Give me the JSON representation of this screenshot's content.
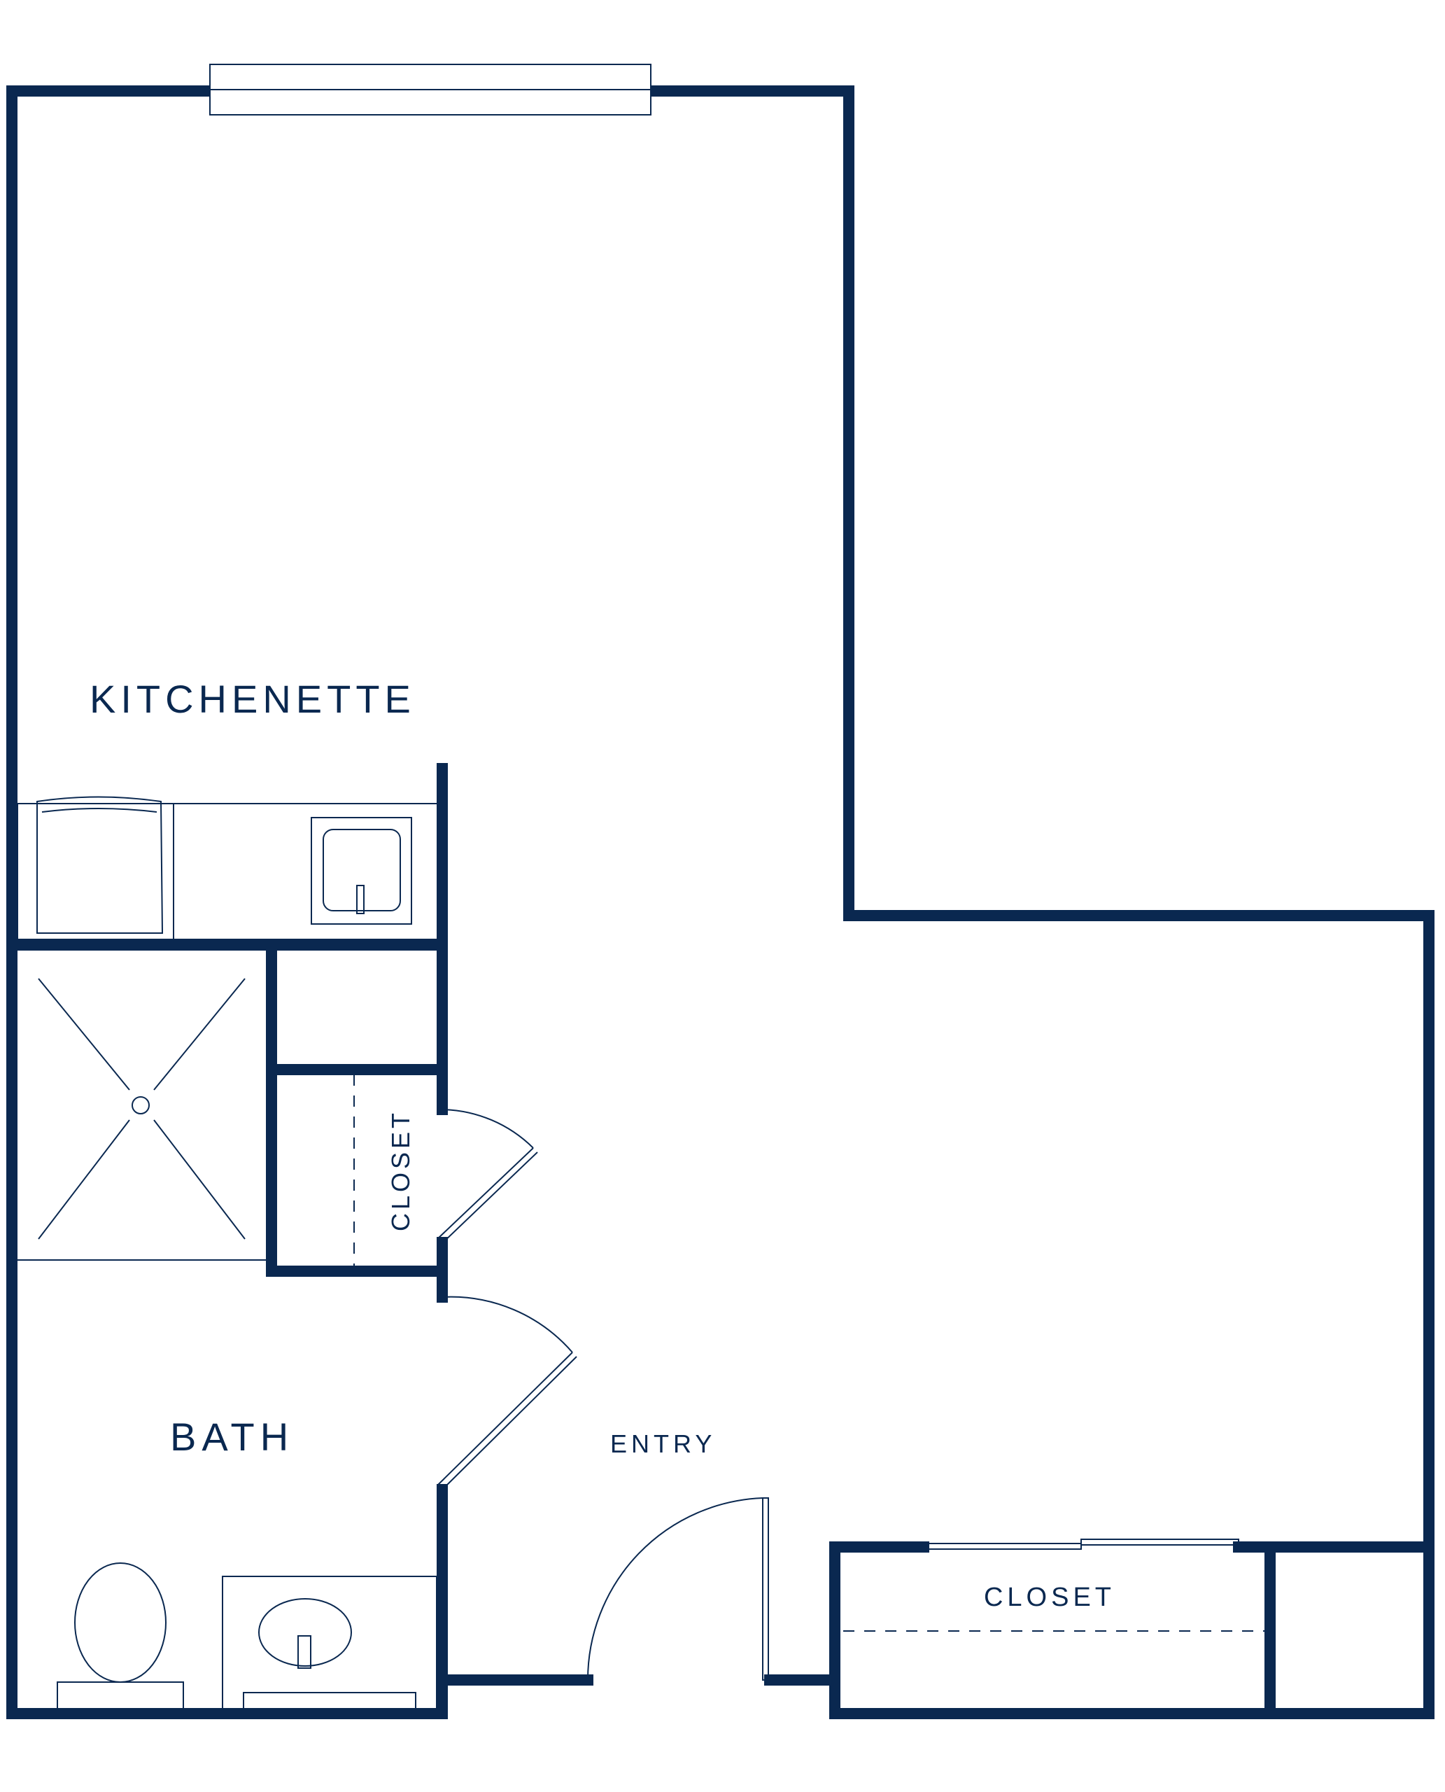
{
  "floorplan": {
    "colors": {
      "wall": "#0a2850",
      "background": "#ffffff"
    },
    "rooms": {
      "kitchenette": "KITCHENETTE",
      "bath": "BATH",
      "entry": "ENTRY",
      "closet_small": "CLOSET",
      "closet_large": "CLOSET"
    },
    "fixtures": [
      "window-icon",
      "range-icon",
      "kitchen-sink-icon",
      "shower-icon",
      "toilet-icon",
      "bath-sink-icon",
      "swing-door-icon",
      "sliding-door-icon"
    ]
  }
}
